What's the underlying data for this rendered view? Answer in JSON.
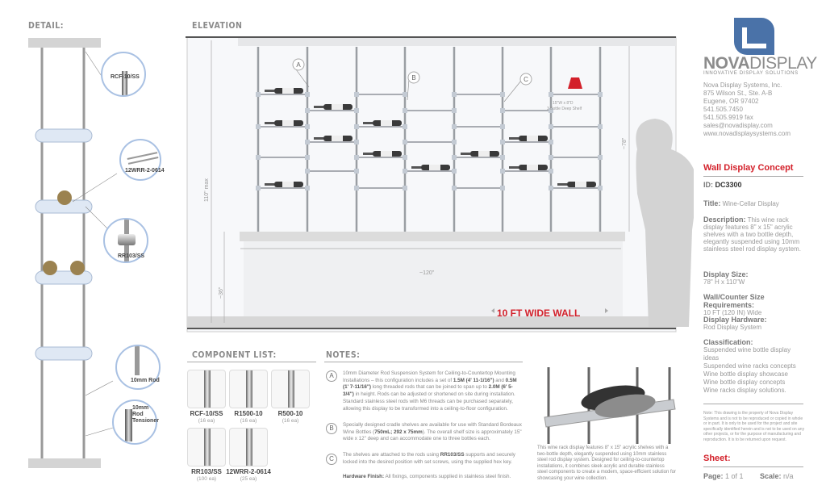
{
  "headers": {
    "detail": "DETAIL:",
    "elevation": "ELEVATION",
    "components": "COMPONENT LIST:",
    "notes": "NOTES:"
  },
  "detail_callouts": [
    "RCF-10/SS",
    "12WRR-2-0614",
    "RR103/SS",
    "10mm Rod",
    "10mm Rod Tensioner"
  ],
  "elevation": {
    "callouts": [
      "A",
      "B",
      "C"
    ],
    "shelf_label": [
      "15\"W x 8\"D",
      "3 Bottle Deep Shelf"
    ],
    "dim_height": "110\" max",
    "dim_display": "~78\"",
    "dim_counter": "~36\"",
    "dim_width": "~120\"",
    "wall_label": "10 FT WIDE WALL",
    "accent": "#d3202a"
  },
  "components": [
    {
      "name": "RCF-10/SS",
      "qty": "(16 ea)"
    },
    {
      "name": "R1500-10",
      "qty": "(16 ea)"
    },
    {
      "name": "R500-10",
      "qty": "(16 ea)"
    },
    {
      "name": "RR103/SS",
      "qty": "(100 ea)"
    },
    {
      "name": "12WRR-2-0614",
      "qty": "(25 ea)"
    }
  ],
  "notes": {
    "a": {
      "letter": "A",
      "t1": "10mm Diameter Rod Suspension System for Ceiling-to-Countertop Mounting Installations – this configuration includes a set of ",
      "b1": "1.5M (4' 11-1/16\")",
      "t2": " and ",
      "b2": "0.5M (1' 7-11/16\")",
      "t3": " long threaded rods that can be joined to span up to ",
      "b3": "2.0M (6' 5-3/4\")",
      "t4": " in height. Rods can be adjusted or shortened on site during installation. Standard stainless steel rods with M6 threads can be purchased separately, allowing this display to be transformed into a ceiling-to-floor configuration."
    },
    "b": {
      "letter": "B",
      "t1": "Specially designed cradle shelves are available for use with Standard Bordeaux Wine Bottles (",
      "b1": "750mL; 292 x 75mm",
      "t2": "). The overall shelf size is approximately 15\" wide x 12\" deep and can accommodate one to three bottles each."
    },
    "c": {
      "letter": "C",
      "t1": "The shelves are attached to the rods using ",
      "b1": "RR103/SS",
      "t2": " supports and securely locked into the desired position with set screws, using the supplied hex key."
    },
    "finish_label": "Hardware Finish:",
    "finish_text": " All fixings, components supplied in stainless steel finish."
  },
  "photo_caption": "This wine rack display features 8\" x 15\" acrylic shelves with a two-bottle depth, elegantly suspended using 10mm stainless steel rod display system. Designed for ceiling-to-countertop installations, it combines sleek acrylic and durable stainless steel components to create a modern, space-efficient solution for showcasing your wine collection.",
  "company": {
    "logo_bold": "NOVA",
    "logo_light": "DISPLAY",
    "tagline": "INNOVATIVE DISPLAY SOLUTIONS",
    "brand_color": "#4a72a8",
    "lines": [
      "Nova Display Systems, Inc.",
      "875 Wilson St., Ste. A-B",
      "Eugene, OR 97402",
      "541.505.7450",
      "541.505.9919 fax",
      "sales@novadisplay.com",
      "www.novadisplaysystems.com"
    ]
  },
  "sheet": {
    "title": "Wall Display Concept",
    "id_label": "ID:",
    "id": "DC3300",
    "title_label": "Title:",
    "title_value": " Wine-Cellar Display",
    "desc_label": "Description:",
    "desc_value": " This wine rack display features 8\" x 15\" acrylic shelves with a two bottle depth, elegantly suspended using 10mm stainless steel rod display system.",
    "size_label": "Display Size:",
    "size_value": "78\" H x 110\"W",
    "wall_label": "Wall/Counter Size Requirements:",
    "wall_value": "10 FT (120 IN) Wide",
    "hw_label": "Display Hardware:",
    "hw_value": "Rod Display System",
    "class_label": "Classification:",
    "classes": [
      "Suspended wine bottle display ideas",
      "Suspended wine racks concepts",
      "Wine bottle display showcase",
      "Wine bottle display concepts",
      "Wine racks display solutions."
    ],
    "legal": "Note: This drawing is the property of Nova Display Systems and is not to be reproduced or copied in whole or in part. It is only to be used for the project and site specifically identified herein and is not to be used on any other projects, or for the purpose of manufacturing and reproduction. It is to be returned upon request.",
    "sheet_label": "Sheet:",
    "page_label": "Page:",
    "page_value": " 1 of 1",
    "scale_label": "Scale:",
    "scale_value": " n/a"
  }
}
